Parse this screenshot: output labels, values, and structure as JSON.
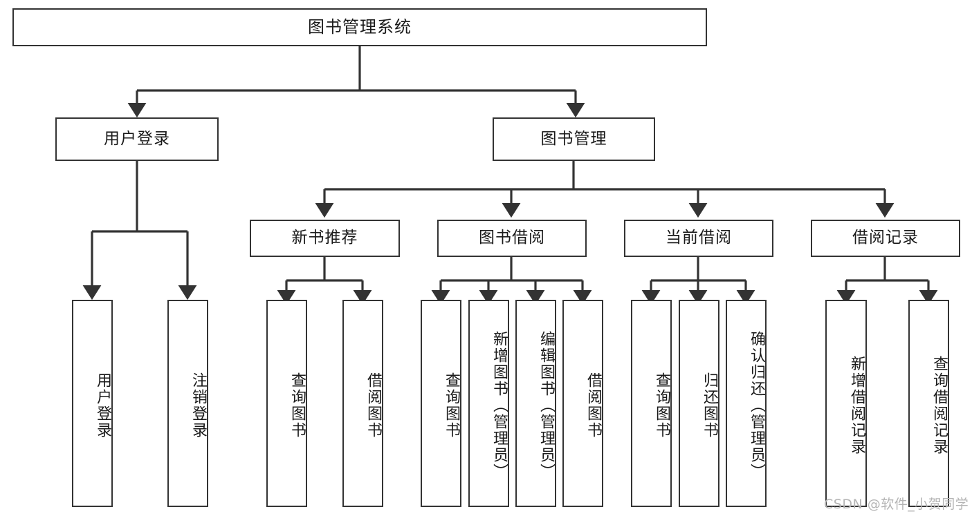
{
  "diagram": {
    "title": "图书管理系统",
    "type": "tree-hierarchy",
    "root": {
      "label": "图书管理系统"
    },
    "level2": [
      {
        "label": "用户登录"
      },
      {
        "label": "图书管理"
      }
    ],
    "level3": [
      {
        "label": "新书推荐"
      },
      {
        "label": "图书借阅"
      },
      {
        "label": "当前借阅"
      },
      {
        "label": "借阅记录"
      }
    ],
    "leaves": {
      "user_login": [
        {
          "label": "用户登录"
        },
        {
          "label": "注销登录"
        }
      ],
      "new_book_recommend": [
        {
          "label": "查询图书"
        },
        {
          "label": "借阅图书"
        }
      ],
      "book_borrow": [
        {
          "label": "查询图书"
        },
        {
          "label": "新增图书（管理员）"
        },
        {
          "label": "编辑图书（管理员）"
        },
        {
          "label": "借阅图书"
        }
      ],
      "current_borrow": [
        {
          "label": "查询图书"
        },
        {
          "label": "归还图书"
        },
        {
          "label": "确认归还（管理员）"
        }
      ],
      "borrow_record": [
        {
          "label": "新增借阅记录"
        },
        {
          "label": "查询借阅记录"
        }
      ]
    }
  },
  "watermark": {
    "text": "CSDN @软件_小贺同学"
  },
  "colors": {
    "border": "#333333",
    "background": "#ffffff",
    "text": "#1a1a1a",
    "line": "#333333",
    "watermark": "#b4b4b4"
  }
}
